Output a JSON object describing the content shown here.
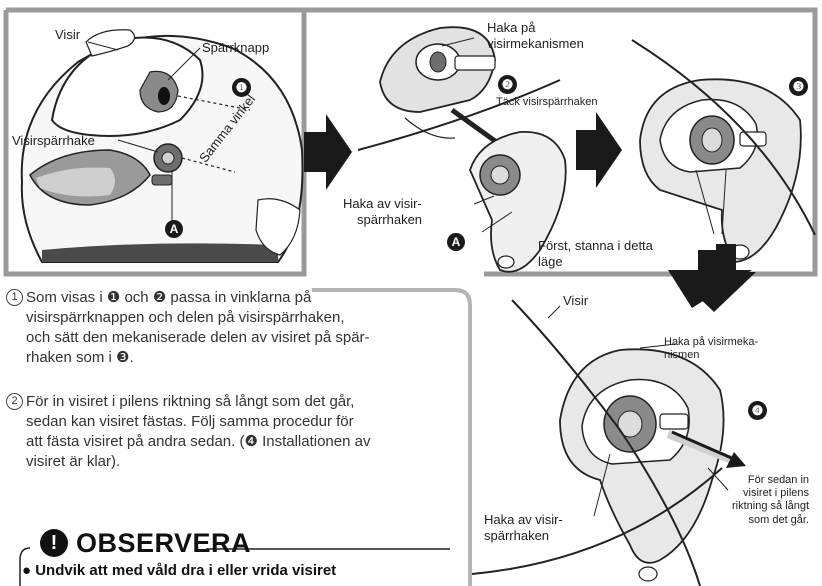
{
  "labels": {
    "visir_top": "Visir",
    "sparrknapp": "Spärrknapp",
    "visirsparrhake": "Visirspärrhake",
    "samma_vinkel": "Samma vinkel",
    "haka_pa_1_l1": "Haka på",
    "haka_pa_1_l2": "visirmekanismen",
    "tack": "Täck visirspärrhaken",
    "haka_av_1_l1": "Haka av visir-",
    "haka_av_1_l2": "spärrhaken",
    "forst_l1": "Först, stanna i detta",
    "forst_l2": "läge",
    "visir_mid": "Visir",
    "haka_pa_2_l1": "Haka på visirmeka-",
    "haka_pa_2_l2": "nismen",
    "for_sedan_l1": "För sedan in",
    "for_sedan_l2": "visiret i pilens",
    "for_sedan_l3": "riktning så långt",
    "for_sedan_l4": "som det går.",
    "haka_av_2_l1": "Haka av visir-",
    "haka_av_2_l2": "spärrhaken"
  },
  "markers": {
    "step1": "❶",
    "step2": "❷",
    "step3": "❸",
    "step4": "❹",
    "a": "A"
  },
  "instructions": {
    "p1_num": "1",
    "p1_l1": "Som visas i ❶ och ❷ passa in vinklarna på",
    "p1_l2": "visirspärrknappen och delen på visirspärrhaken,",
    "p1_l3": "och sätt den mekaniserade delen av visiret på spär-",
    "p1_l4": "rhaken som i ❸.",
    "p2_num": "2",
    "p2_l1": "För in visiret i pilens riktning så långt som det går,",
    "p2_l2": "sedan kan visiret fästas. Följ samma procedur för",
    "p2_l3": "att fästa visiret på andra sedan. (❹ Installationen av",
    "p2_l4": "visiret är klar)."
  },
  "warning": {
    "title": "OBSERVERA",
    "icon": "exclamation-icon",
    "bullet": "● Undvik att med våld dra i eller vrida visiret"
  },
  "colors": {
    "frame": "#9a9a9a",
    "ink": "#1a1a1a",
    "shade": "#6e6e6e"
  }
}
